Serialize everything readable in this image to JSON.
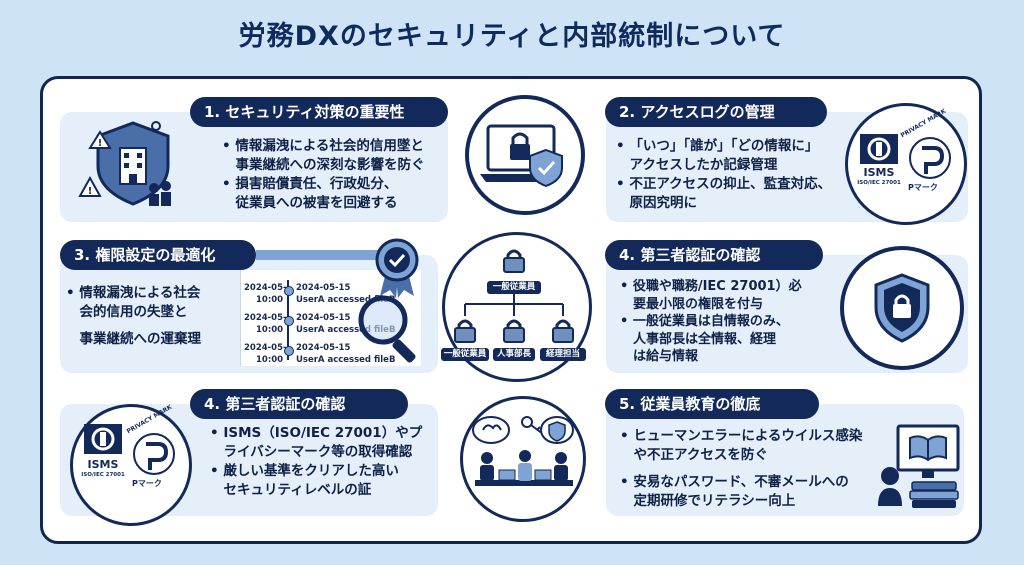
{
  "title": "労務DXのセキュリティと内部統制について",
  "s1": {
    "header": "1. セキュリティ対策の重要性",
    "bullets": [
      "• 情報漏洩による社会的信用墜と",
      "　事業継続への深刻な影響を防ぐ",
      "• 損害賠償責任、行政処分、",
      "　従業員への被害を回避する"
    ]
  },
  "s2": {
    "header": "2. アクセスログの管理",
    "bullets": [
      "• 「いつ」「誰が」「どの情報に」",
      "　アクセスしたか記録管理",
      "• 不正アクセスの抑止、監査対応、",
      "　原因究明に"
    ]
  },
  "s3": {
    "header": "3. 権限設定の最適化",
    "bullets": [
      "• 情報漏洩による社会",
      "　会的信用の失墜と",
      "",
      "　事業継続への運棄理"
    ],
    "logs": [
      {
        "date": "2024-05-",
        "time": "10:00",
        "ts": "2024-05-15",
        "msg": "UserA accessed fileB"
      },
      {
        "date": "2024-05-",
        "time": "10:00",
        "ts": "2024-05-15",
        "msg": "UserA accessed fileB"
      },
      {
        "date": "2024-05-",
        "time": "10:00",
        "ts": "2024-05-15",
        "msg": "UserA accessed fileB"
      }
    ]
  },
  "center_diagram": {
    "top": "一般従業員",
    "children": [
      "一般従業員",
      "人事部長",
      "経理担当"
    ]
  },
  "s4a": {
    "header": "4. 第三者認証の確認",
    "bullets": [
      "• 役職や職務/IEC 27001）必",
      "　要最小限の権限を付与",
      "• 一般従業員は自情報のみ、",
      "　人事部長は全情報、経理",
      "　は給与情報"
    ]
  },
  "s4b": {
    "header": "4. 第三者認証の確認",
    "bullets": [
      "• ISMS（ISO/IEC 27001）やプ",
      "　ライバシーマーク等の取得確認",
      "• 厳しい基準をクリアした高い",
      "　セキュリティレベルの証"
    ]
  },
  "s5": {
    "header": "5. 従業員教育の徹底",
    "bullets": [
      "• ヒューマンエラーによるウイルス感染",
      "　や不正アクセスを防ぐ",
      "• 安易なパスワード、不審メールへの",
      "　定期研修でリテラシー向上"
    ]
  },
  "badges": {
    "isms": "ISMS",
    "isms_sub": "ISO/IEC 27001",
    "privacy_arc": "PRIVACY MARK",
    "pmark": "Pマーク"
  },
  "colors": {
    "navy": "#12295a",
    "panel": "#e4effa",
    "background": "#cfe3f6"
  },
  "icons": [
    "shield-building-icon",
    "laptop-lock-icon",
    "magnifier-icon",
    "certificate-icon",
    "shield-lock-icon",
    "padlock-icon",
    "classroom-icon",
    "monitor-book-icon"
  ]
}
